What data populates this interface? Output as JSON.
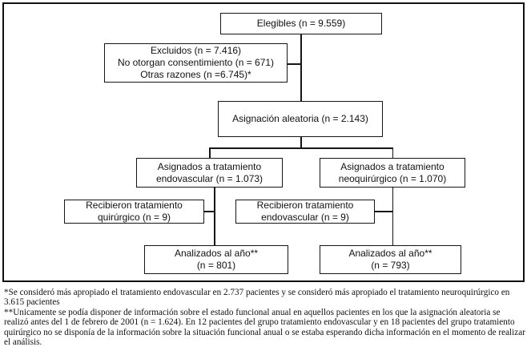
{
  "flow": {
    "eligibles": {
      "lines": [
        "Elegibles (n = 9.559)"
      ]
    },
    "excluded": {
      "lines": [
        "Excluidos (n = 7.416)",
        "No otorgan consentimiento (n = 671)",
        "Otras razones (n =6.745)*"
      ]
    },
    "randomized": {
      "lines": [
        "Asignación aleatoria (n = 2.143)"
      ]
    },
    "assigned_endovascular": {
      "lines": [
        "Asignados a tratamiento",
        "endovascular (n = 1.073)"
      ]
    },
    "assigned_neurosurgical": {
      "lines": [
        "Asignados a tratamiento",
        "neoquirúrgico (n = 1.070)"
      ]
    },
    "received_surgical": {
      "lines": [
        "Recibieron tratamiento",
        "quirúrgico (n = 9)"
      ]
    },
    "received_endovascular": {
      "lines": [
        "Recibieron tratamiento",
        "endovascular (n = 9)"
      ]
    },
    "analyzed_endovascular": {
      "lines": [
        "Analizados al año**",
        "(n = 801)"
      ]
    },
    "analyzed_neurosurgical": {
      "lines": [
        "Analizados al año**",
        "(n = 793)"
      ]
    }
  },
  "footnotes": [
    "*Se consideró más apropiado el tratamiento endovascular en 2.737 pacientes y se consideró más apropiado el tratamiento neuroquirúrgico en 3.615 pacientes",
    "**Unicamente se podía disponer de información sobre el estado funcional anual en aquellos pacientes en los que la asignación aleatoria se realizó antes del 1 de febrero de 2001 (n = 1.624). En 12 pacientes del grupo tratamiento endovascular y en 18 pacientes del grupo tratamiento quirúrgico no se disponía de la información sobre la situación funcional anual o se estaba esperando dicha información en el momento de realizar el análisis."
  ],
  "colors": {
    "ink": "#161616",
    "background": "#ffffff"
  }
}
